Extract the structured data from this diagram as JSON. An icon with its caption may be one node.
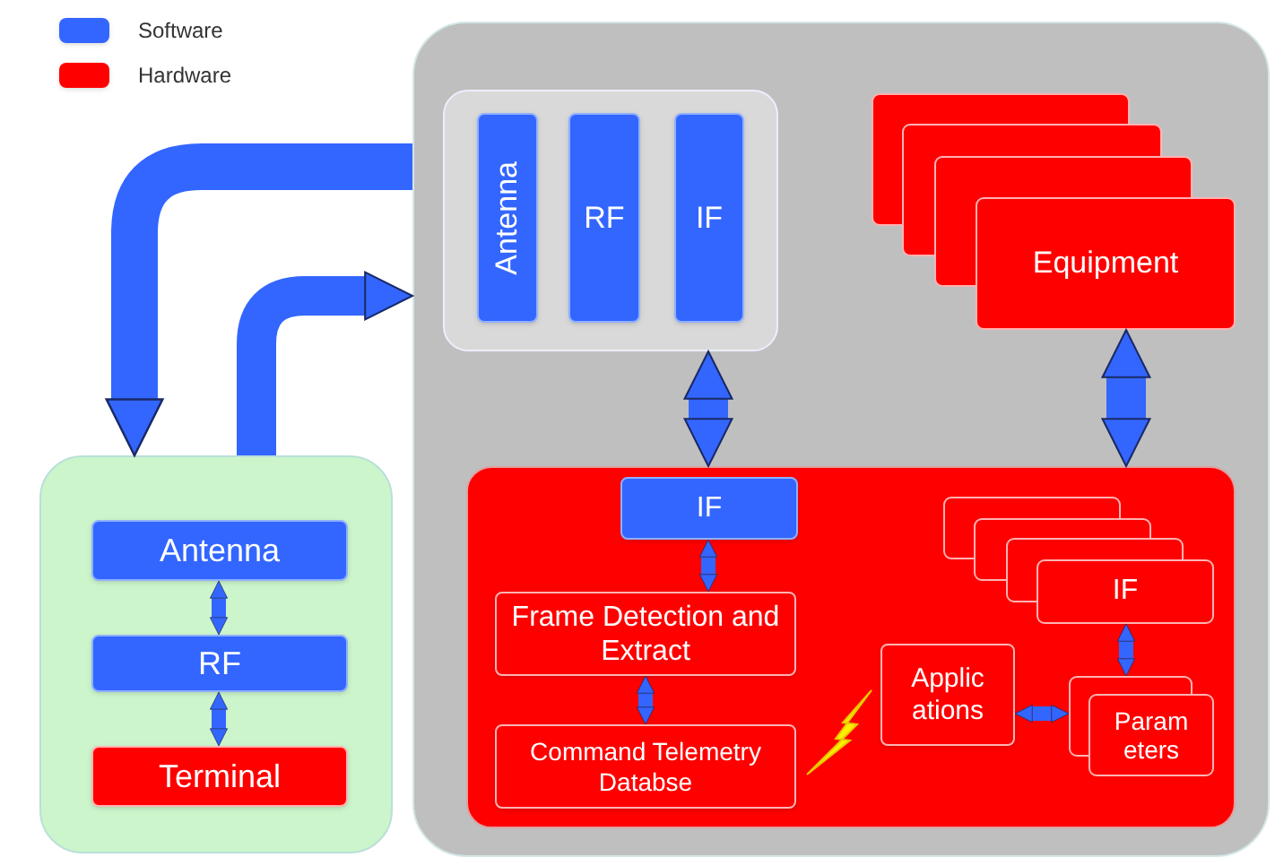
{
  "diagram": {
    "nodes": [
      {
        "text": [],
        "shape": "box"
      },
      {
        "text": [],
        "shape": "box",
        "in": 0
      },
      {
        "text": [
          "Antenna"
        ],
        "in": 1
      },
      {
        "text": [
          "RF"
        ],
        "in": 1
      },
      {
        "text": [
          "IF"
        ],
        "in": 1
      },
      {
        "text": [
          "Equipment"
        ],
        "in": 0
      },
      {
        "text": [],
        "shape": "box",
        "in": 0
      },
      {
        "text": [
          "IF"
        ],
        "in": 6
      },
      {
        "text": [
          "Frame Detection and Extract"
        ],
        "in": 6
      },
      {
        "text": [
          "Command Telemetry Databse"
        ],
        "in": 6
      },
      {
        "text": [
          "IF"
        ],
        "in": 6
      },
      {
        "text": [
          "Applic ations"
        ],
        "in": 6
      },
      {
        "text": [
          "Param eters"
        ],
        "in": 6
      },
      {
        "text": [],
        "shape": "box"
      },
      {
        "text": [
          "Antenna"
        ],
        "in": 13
      },
      {
        "text": [
          "RF"
        ],
        "in": 13
      },
      {
        "text": [
          "Terminal"
        ],
        "in": 13
      }
    ],
    "edges": [
      {
        "from": 0,
        "to": 13,
        "arrow": "to",
        "style": "thick"
      },
      {
        "from": 13,
        "to": 0,
        "arrow": "to",
        "style": "thick"
      },
      {
        "from": 1,
        "to": 6,
        "arrow": "both",
        "style": "thick"
      },
      {
        "from": 5,
        "to": 6,
        "arrow": "both",
        "style": "thick"
      },
      {
        "from": 7,
        "to": 8,
        "arrow": "both"
      },
      {
        "from": 8,
        "to": 9,
        "arrow": "both"
      },
      {
        "from": 10,
        "to": 12,
        "arrow": "both"
      },
      {
        "from": 11,
        "to": 12,
        "arrow": "both"
      },
      {
        "from": 14,
        "to": 15,
        "arrow": "both"
      },
      {
        "from": 15,
        "to": 16,
        "arrow": "both"
      }
    ],
    "legend": [
      {
        "text": "Software",
        "color": "#3366ff"
      },
      {
        "text": "Hardware",
        "color": "#ff0000"
      }
    ]
  }
}
